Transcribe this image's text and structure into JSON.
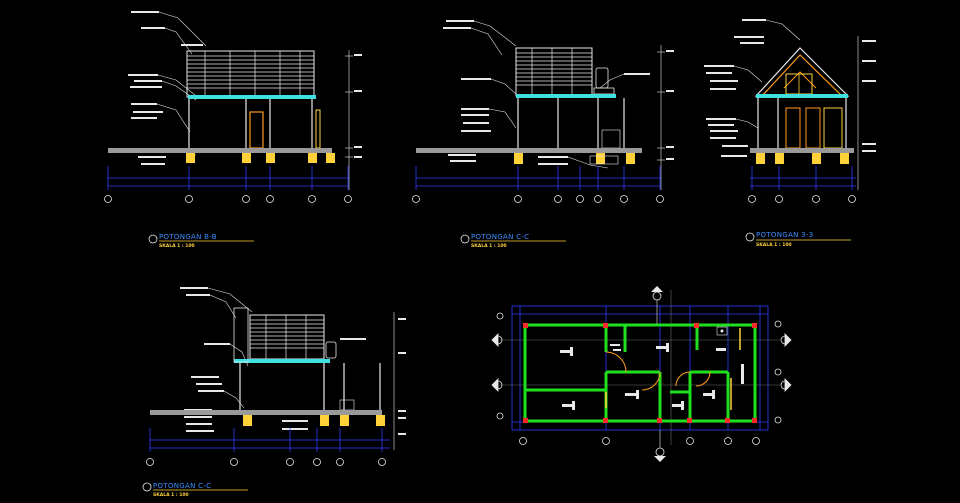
{
  "colors": {
    "background": "#000000",
    "wall_white": "#e8e8e8",
    "dim_blue": "#2f3bff",
    "cyan": "#3fe0e0",
    "orange": "#ff9a1a",
    "yellow": "#ffd23a",
    "green": "#1fe01f",
    "red": "#ff2a2a",
    "gray": "#9a9a9a"
  },
  "sections": [
    {
      "id": "b-b",
      "title": "POTONGAN B-B",
      "scale": "SKALA    1 : 100"
    },
    {
      "id": "c-c-top",
      "title": "POTONGAN C-C",
      "scale": "SKALA    1 : 100"
    },
    {
      "id": "3-3",
      "title": "POTONGAN 3-3",
      "scale": "SKALA    1 : 100"
    },
    {
      "id": "c-c-bottom",
      "title": "POTONGAN C-C",
      "scale": "SKALA    1 : 100"
    }
  ],
  "icons": {
    "section_marker": "circle-axis-marker",
    "grid_bubble": "grid-bubble",
    "section_cut_marker": "section-cut-arrow"
  }
}
